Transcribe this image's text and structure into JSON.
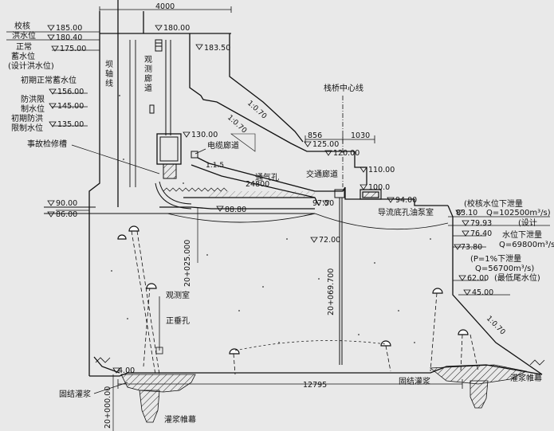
{
  "elevations": {
    "check_flood": "185.00",
    "design_flood": "180.40",
    "normal_pool": "175.00",
    "early_normal": "156.00",
    "flood_limit": "145.00",
    "early_flood_limit": "135.00",
    "top_180": "180.00",
    "e183_50": "183.50",
    "e130": "130.00",
    "e125": "125.00",
    "e120": "120.00",
    "e110": "110.00",
    "e100": "100.0",
    "e97_50": "97.50",
    "e94": "94.00",
    "e90": "90.00",
    "e88_80": "88.80",
    "e86": "86.00",
    "e83_10": "83.10",
    "e79_93": "79.93",
    "e76_40": "76.40",
    "e73_80": "73.80",
    "e72": "72.00",
    "e62": "62.00",
    "e45": "45.00",
    "e4": "4.00"
  },
  "labels": {
    "check_flood_1": "校核",
    "check_flood_2": "洪水位",
    "normal_1": "正常",
    "normal_2": "蓄水位",
    "normal_3": "(设计洪水位)",
    "early_normal": "初期正常蓄水位",
    "flood_limit_1": "防洪限",
    "flood_limit_2": "制水位",
    "early_flood_1": "初期防洪",
    "early_flood_2": "限制水位",
    "gate_slot": "事故检修槽",
    "dam_axis_1": "坝",
    "dam_axis_2": "轴",
    "dam_axis_3": "线",
    "obs_gallery_1": "观",
    "obs_gallery_2": "测",
    "obs_gallery_3": "廊",
    "obs_gallery_4": "道",
    "bridge_center": "栈桥中心线",
    "cable_gallery": "电缆廊道",
    "aeration_hole": "通气孔",
    "traffic_gallery": "交通廊道",
    "pump_room": "导流底孔油泵室",
    "obs_room": "观测室",
    "plumb_hole": "正垂孔",
    "consolidation_left": "固结灌浆",
    "consolidation_right": "固结灌浆",
    "curtain_left": "灌浆帷幕",
    "curtain_right": "灌浆帷幕",
    "check_discharge_1": "(校核水位下泄量",
    "check_discharge_2": "Q=102500m³/s)",
    "design_discharge_1": "(设计",
    "design_discharge_2": "水位下泄量",
    "design_discharge_3": "Q=69800m³/s)",
    "p1_discharge_1": "(P=1%下泄量",
    "p1_discharge_2": "Q=56700m³/s)",
    "min_tail": "(最低尾水位)",
    "slope_upper": "1:0.70",
    "slope_mid": "1:0.70",
    "slope_ramp": "1:1.5",
    "slope_downstream": "1:0.70",
    "station_1": "20+025.000",
    "station_2": "20+069.700",
    "station_3": "20+000.00"
  },
  "dimensions": {
    "top_width": "4000",
    "gate_len": "24800",
    "bridge_left": "856",
    "bridge_right": "1030",
    "base_len": "12795"
  }
}
